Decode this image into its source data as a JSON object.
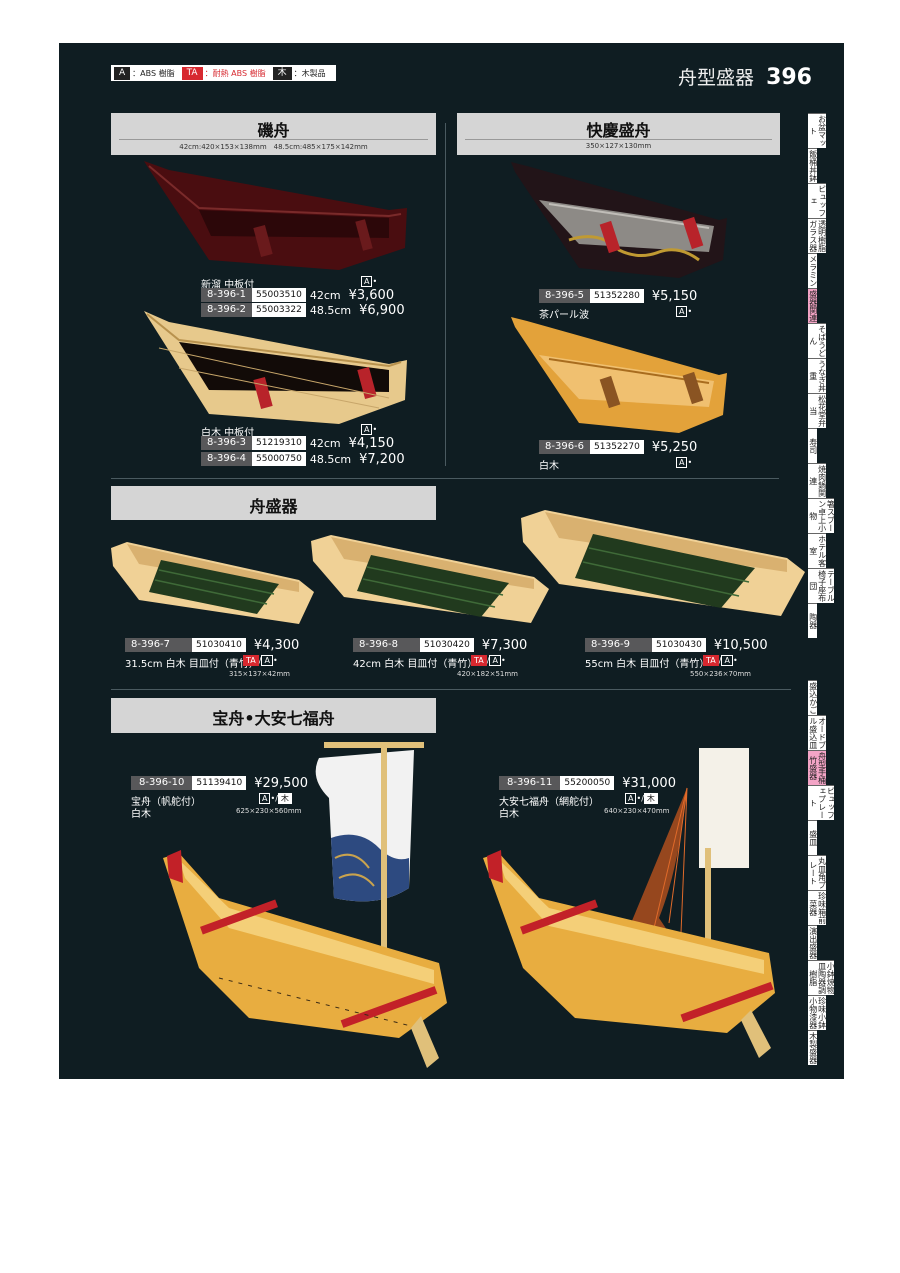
{
  "legend": [
    {
      "badge": "A",
      "text": "：ABS 樹脂"
    },
    {
      "badge": "TA",
      "text": "：耐熱 ABS 樹脂"
    },
    {
      "badge": "木",
      "text": "：木製品"
    }
  ],
  "page_heading": {
    "title": "舟型盛器",
    "number": "396"
  },
  "sections": {
    "isobune": {
      "title": "磯舟",
      "dims": "42cm:420×153×138mm　48.5cm:485×175×142mm"
    },
    "kaikei": {
      "title": "快慶盛舟",
      "dims": "350×127×130mm"
    },
    "funamori": {
      "title": "舟盛器"
    },
    "takara": {
      "title": "宝舟•大安七福舟"
    }
  },
  "products": {
    "p1_label": "新溜 中板付",
    "p1": {
      "code": "8-396-1",
      "jan": "55003510",
      "size": "42cm",
      "price": "¥3,600"
    },
    "p2": {
      "code": "8-396-2",
      "jan": "55003322",
      "size": "48.5cm",
      "price": "¥6,900"
    },
    "p3_label": "白木 中板付",
    "p3": {
      "code": "8-396-3",
      "jan": "51219310",
      "size": "42cm",
      "price": "¥4,150"
    },
    "p4": {
      "code": "8-396-4",
      "jan": "55000750",
      "size": "48.5cm",
      "price": "¥7,200"
    },
    "p5": {
      "code": "8-396-5",
      "jan": "51352280",
      "price": "¥5,150",
      "label": "茶パール波"
    },
    "p6": {
      "code": "8-396-6",
      "jan": "51352270",
      "price": "¥5,250",
      "label": "白木"
    },
    "p7": {
      "code": "8-396-7",
      "jan": "51030410",
      "price": "¥4,300",
      "label": "31.5cm 白木 目皿付（青竹）",
      "dims": "315×137×42mm"
    },
    "p8": {
      "code": "8-396-8",
      "jan": "51030420",
      "price": "¥7,300",
      "label": "42cm 白木 目皿付（青竹）",
      "dims": "420×182×51mm"
    },
    "p9": {
      "code": "8-396-9",
      "jan": "51030430",
      "price": "¥10,500",
      "label": "55cm 白木 目皿付（青竹）",
      "dims": "550×236×70mm"
    },
    "p10": {
      "code": "8-396-10",
      "jan": "51139410",
      "price": "¥29,500",
      "label1": "宝舟（帆舵付）",
      "label2": "白木",
      "dims": "625×230×560mm"
    },
    "p11": {
      "code": "8-396-11",
      "jan": "55200050",
      "price": "¥31,000",
      "label1": "大安七福舟（網舵付）",
      "label2": "白木",
      "dims": "640×230×470mm"
    }
  },
  "materials": {
    "a": "A",
    "ta": "TA",
    "wood": "木",
    "slash": "/",
    "dot": "•"
  },
  "side_index": [
    "お盆マット",
    "飯桶丼鉢",
    "ビュッフェ",
    "透明樹脂ガラス器",
    "メラミン",
    "盛器関連",
    "そばうどん",
    "うなぎ丼重",
    "松花堂弁当",
    "寿司",
    "焼肉鍋関連",
    "箸スプーン卓上小物",
    "ホテル客室",
    "テーブル椅子座布団",
    "陶器",
    "盛込かご",
    "オードブル盛込皿",
    "舟型手桶竹盛器",
    "ビュッフェプレート",
    "盛皿",
    "丸皿角プレート",
    "珍味箱前菜器",
    "演出盛器",
    "小鉢焼物皿陶器調樹脂",
    "珍味小鉢小物漆器",
    "木製盛器"
  ],
  "colors": {
    "background": "#0f1d22",
    "accent_red": "#d7282f",
    "active_tab": "#f3a4c6"
  }
}
